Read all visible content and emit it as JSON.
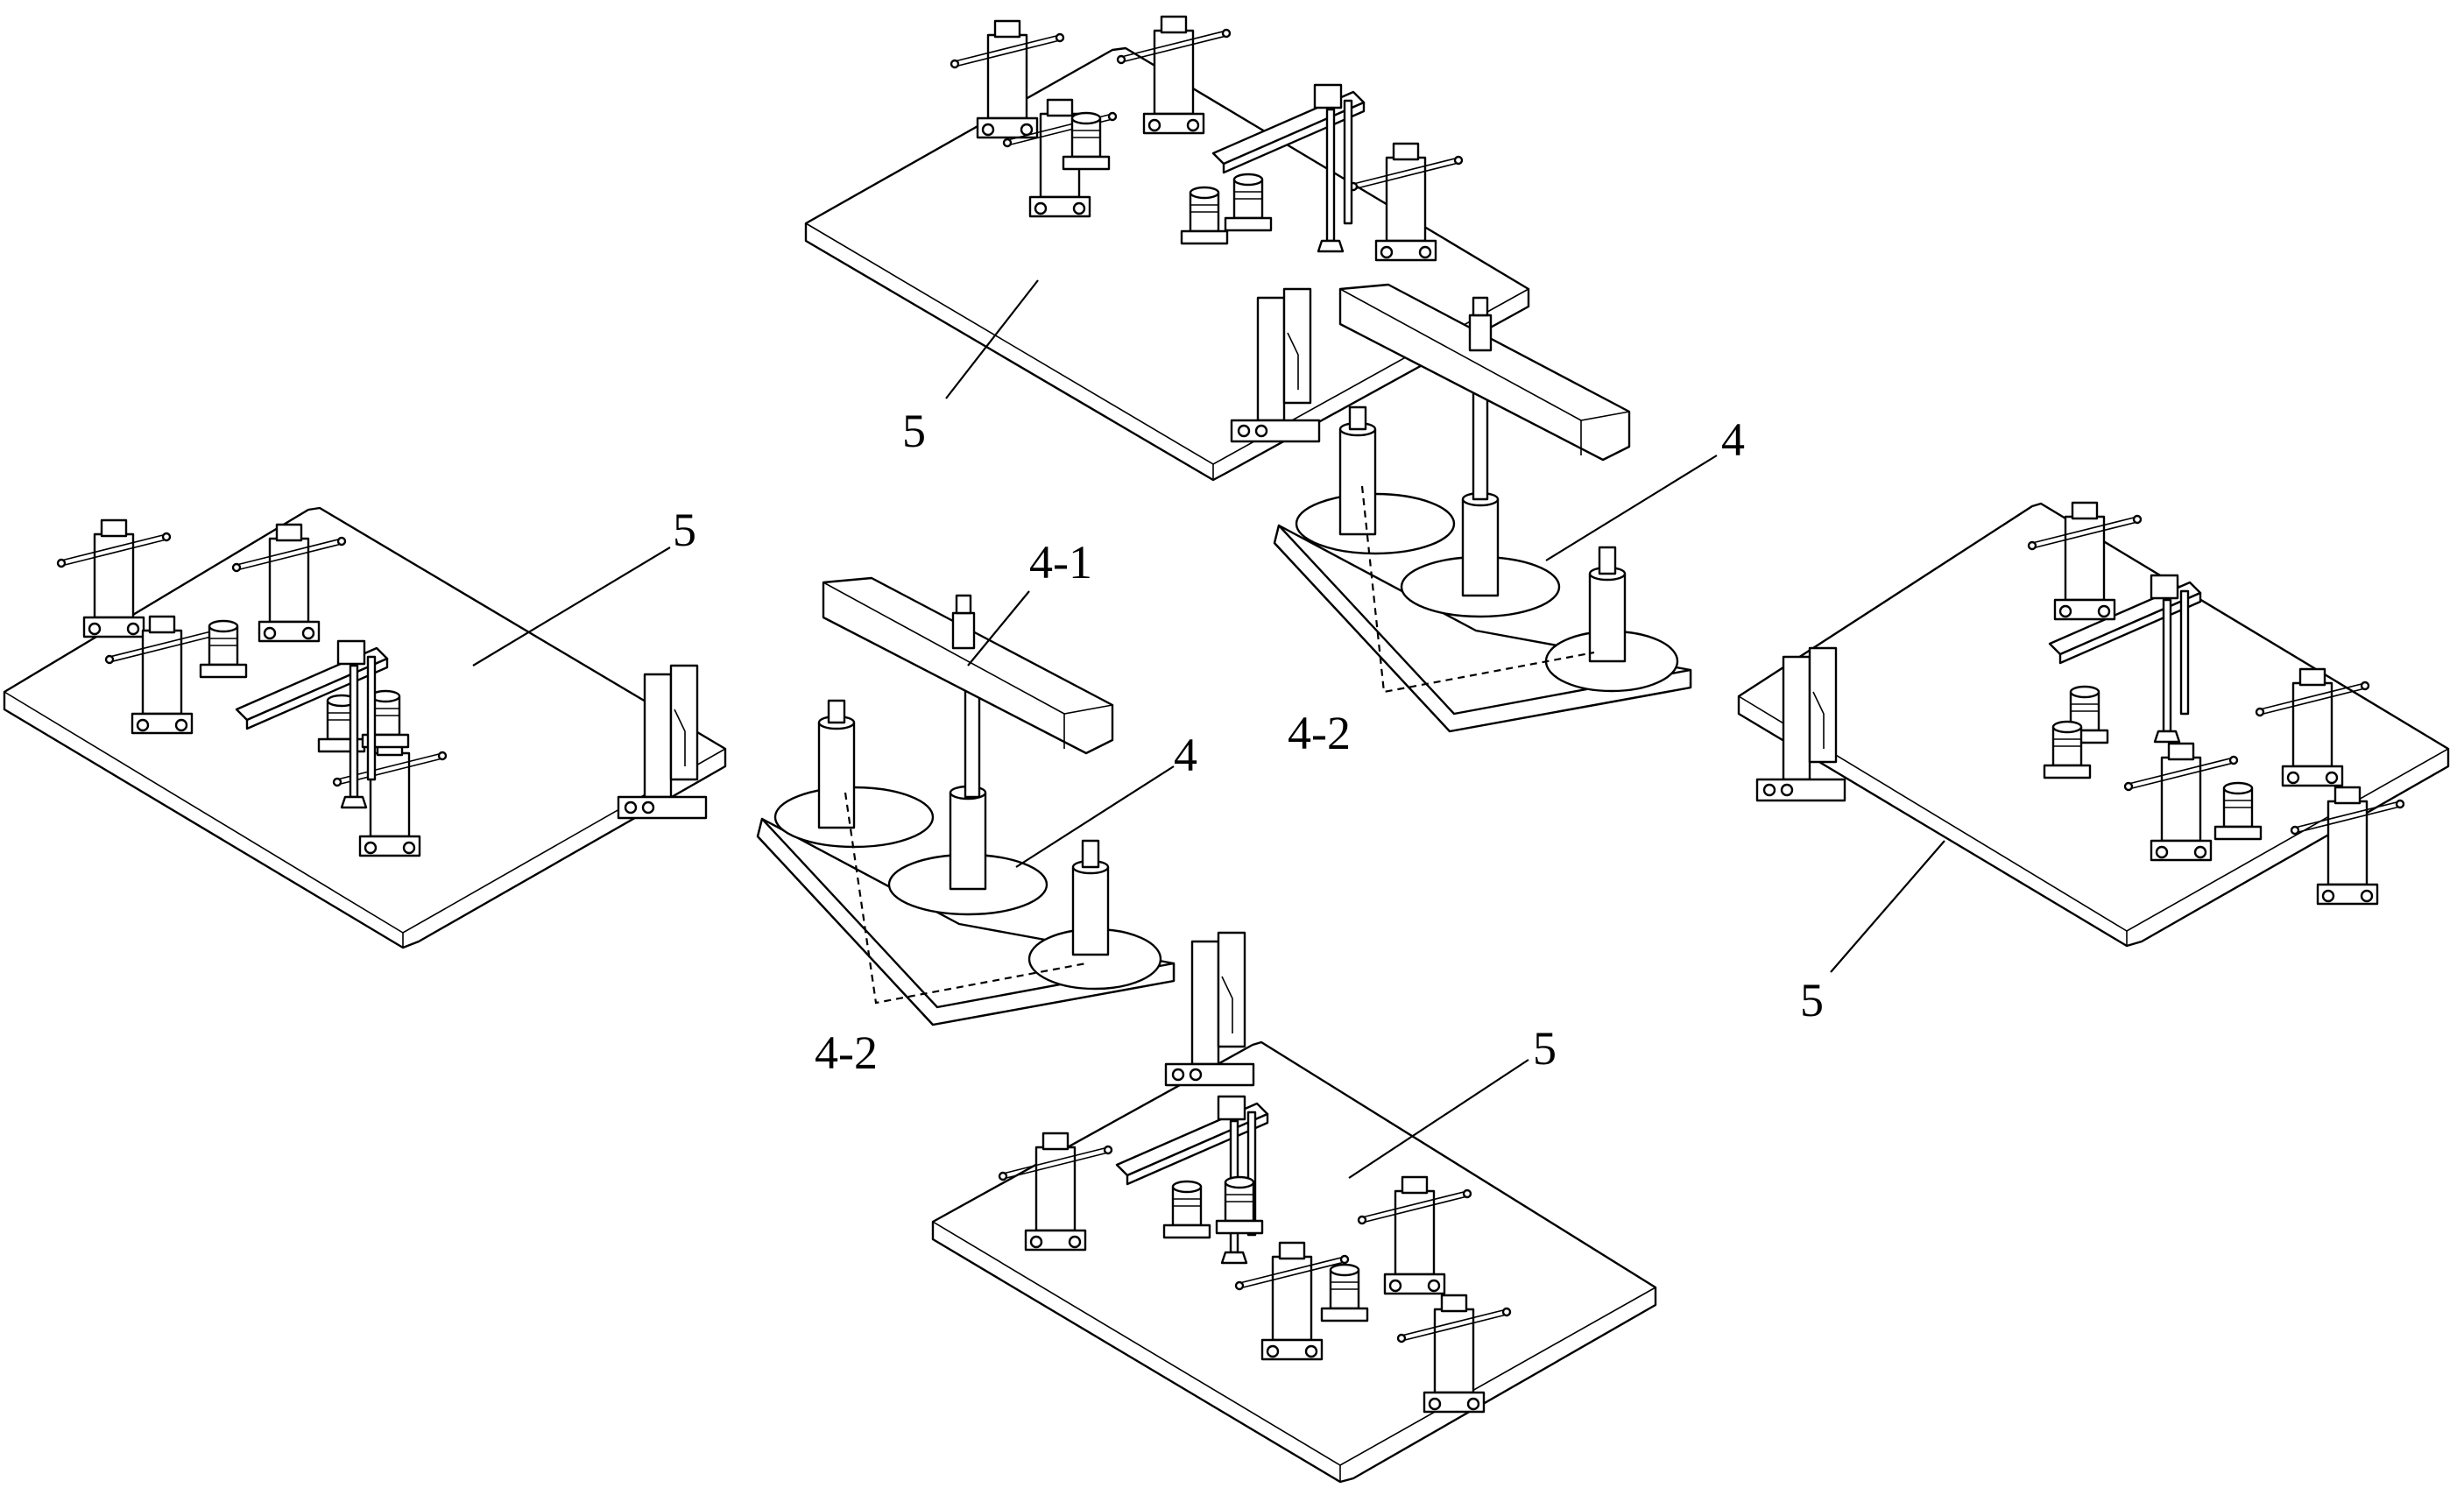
{
  "labels": {
    "top_plate": "5",
    "left_plate": "5",
    "right_plate": "5",
    "bottom_plate": "5",
    "right_fixture": "4",
    "right_fixture_pins": "4-2",
    "center_fixture": "4",
    "center_fixture_beam": "4-1",
    "center_fixture_pins": "4-2"
  },
  "colors": {
    "line": "#000000",
    "background": "#ffffff"
  }
}
